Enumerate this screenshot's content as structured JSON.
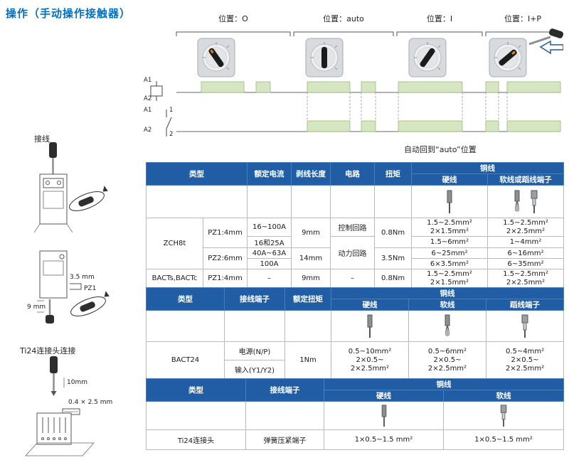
{
  "colors": {
    "title_blue": "#0070c0",
    "header_blue": "#215da4",
    "signal_green": "#d5e6c0"
  },
  "title": "操作（手动操作接触器）",
  "diagram": {
    "position_labels": [
      "位置：O",
      "位置：auto",
      "位置：I",
      "位置：I+P"
    ],
    "coil_terminals": {
      "a1": "A1",
      "a2": "A2"
    },
    "contact_terminals": {
      "a1": "A1",
      "a2": "A2",
      "pin1": "1",
      "pin2": "2"
    },
    "auto_return_note": "自动回到“auto”位置"
  },
  "left_panel": {
    "wiring_title": "接线",
    "screw_dim": "3.5 mm",
    "screw_type": "PZ1",
    "strip_dim": "9 mm",
    "ti24_title": "Ti24连接头连接",
    "ti24_strip_dim": "10mm",
    "blade_dim": "0.4 × 2.5 mm"
  },
  "icons": {
    "solid_wire": "solid-wire-icon",
    "flex_wire": "flex-wire-icon",
    "ferrule": "ferrule-icon",
    "screwdriver": "screwdriver-icon",
    "rotate_arrow": "rotate-arrow-icon",
    "press_arrow": "left-arrow-icon"
  },
  "table1": {
    "headers": {
      "type": "类型",
      "current": "额定电流",
      "strip": "剥线长度",
      "circuit": "电路",
      "torque": "扭矩",
      "copper": "铜线",
      "solid": "硬线",
      "flex": "软线或蹈线端子"
    },
    "rows": [
      {
        "type": "ZCH8t",
        "pz": "PZ1:4mm",
        "current": "16~100A",
        "strip": "9mm",
        "circuit": "控制回路",
        "torque": "0.8Nm",
        "solid": "1.5~2.5mm²\n2×1.5mm²",
        "flex": "1.5~2.5mm²\n2×2.5mm²"
      },
      {
        "current": "16和25A",
        "circuit": "动力回路",
        "solid": "1.5~6mm²",
        "flex": "1~4mm²"
      },
      {
        "pz": "PZ2:6mm",
        "current": "40A~63A",
        "strip": "14mm",
        "torque": "3.5Nm",
        "solid": "6~25mm²",
        "flex": "6~16mm²"
      },
      {
        "current": "100A",
        "solid": "6×3.5mm²",
        "flex": "6~35mm²"
      },
      {
        "type": "BACTs,BACTc",
        "pz": "PZ1:4mm",
        "current": "–",
        "strip": "9mm",
        "circuit": "–",
        "torque": "0.8Nm",
        "solid": "1.5~2.5mm²\n2×1.5mm²",
        "flex": "1.5~2.5mm²\n2×2.5mm²"
      }
    ]
  },
  "table2": {
    "headers": {
      "type": "类型",
      "terminal": "接线端子",
      "torque": "额定扭矩",
      "copper": "铜线",
      "solid": "硬线",
      "flex": "软线",
      "ferrule": "蹈线端子"
    },
    "rows": [
      {
        "type": "BACT24",
        "terminal": "电源(N/P)",
        "torque": "1Nm",
        "solid": "0.5~10mm²\n2×0.5~\n2×2.5mm²",
        "flex": "0.5~6mm²\n2×0.5~\n2×2.5mm²",
        "ferrule": "0.5~4mm²\n2×0.5~\n2×2.5mm²"
      },
      {
        "terminal": "输入(Y1/Y2)"
      }
    ]
  },
  "table3": {
    "headers": {
      "type": "类型",
      "terminal": "接线端子",
      "copper": "铜线",
      "solid": "硬线",
      "flex": "软线"
    },
    "rows": [
      {
        "type": "Ti24连接头",
        "terminal": "弹簧压紧端子",
        "solid": "1×0.5~1.5 mm²",
        "flex": "1×0.5~1.5 mm²"
      }
    ]
  }
}
